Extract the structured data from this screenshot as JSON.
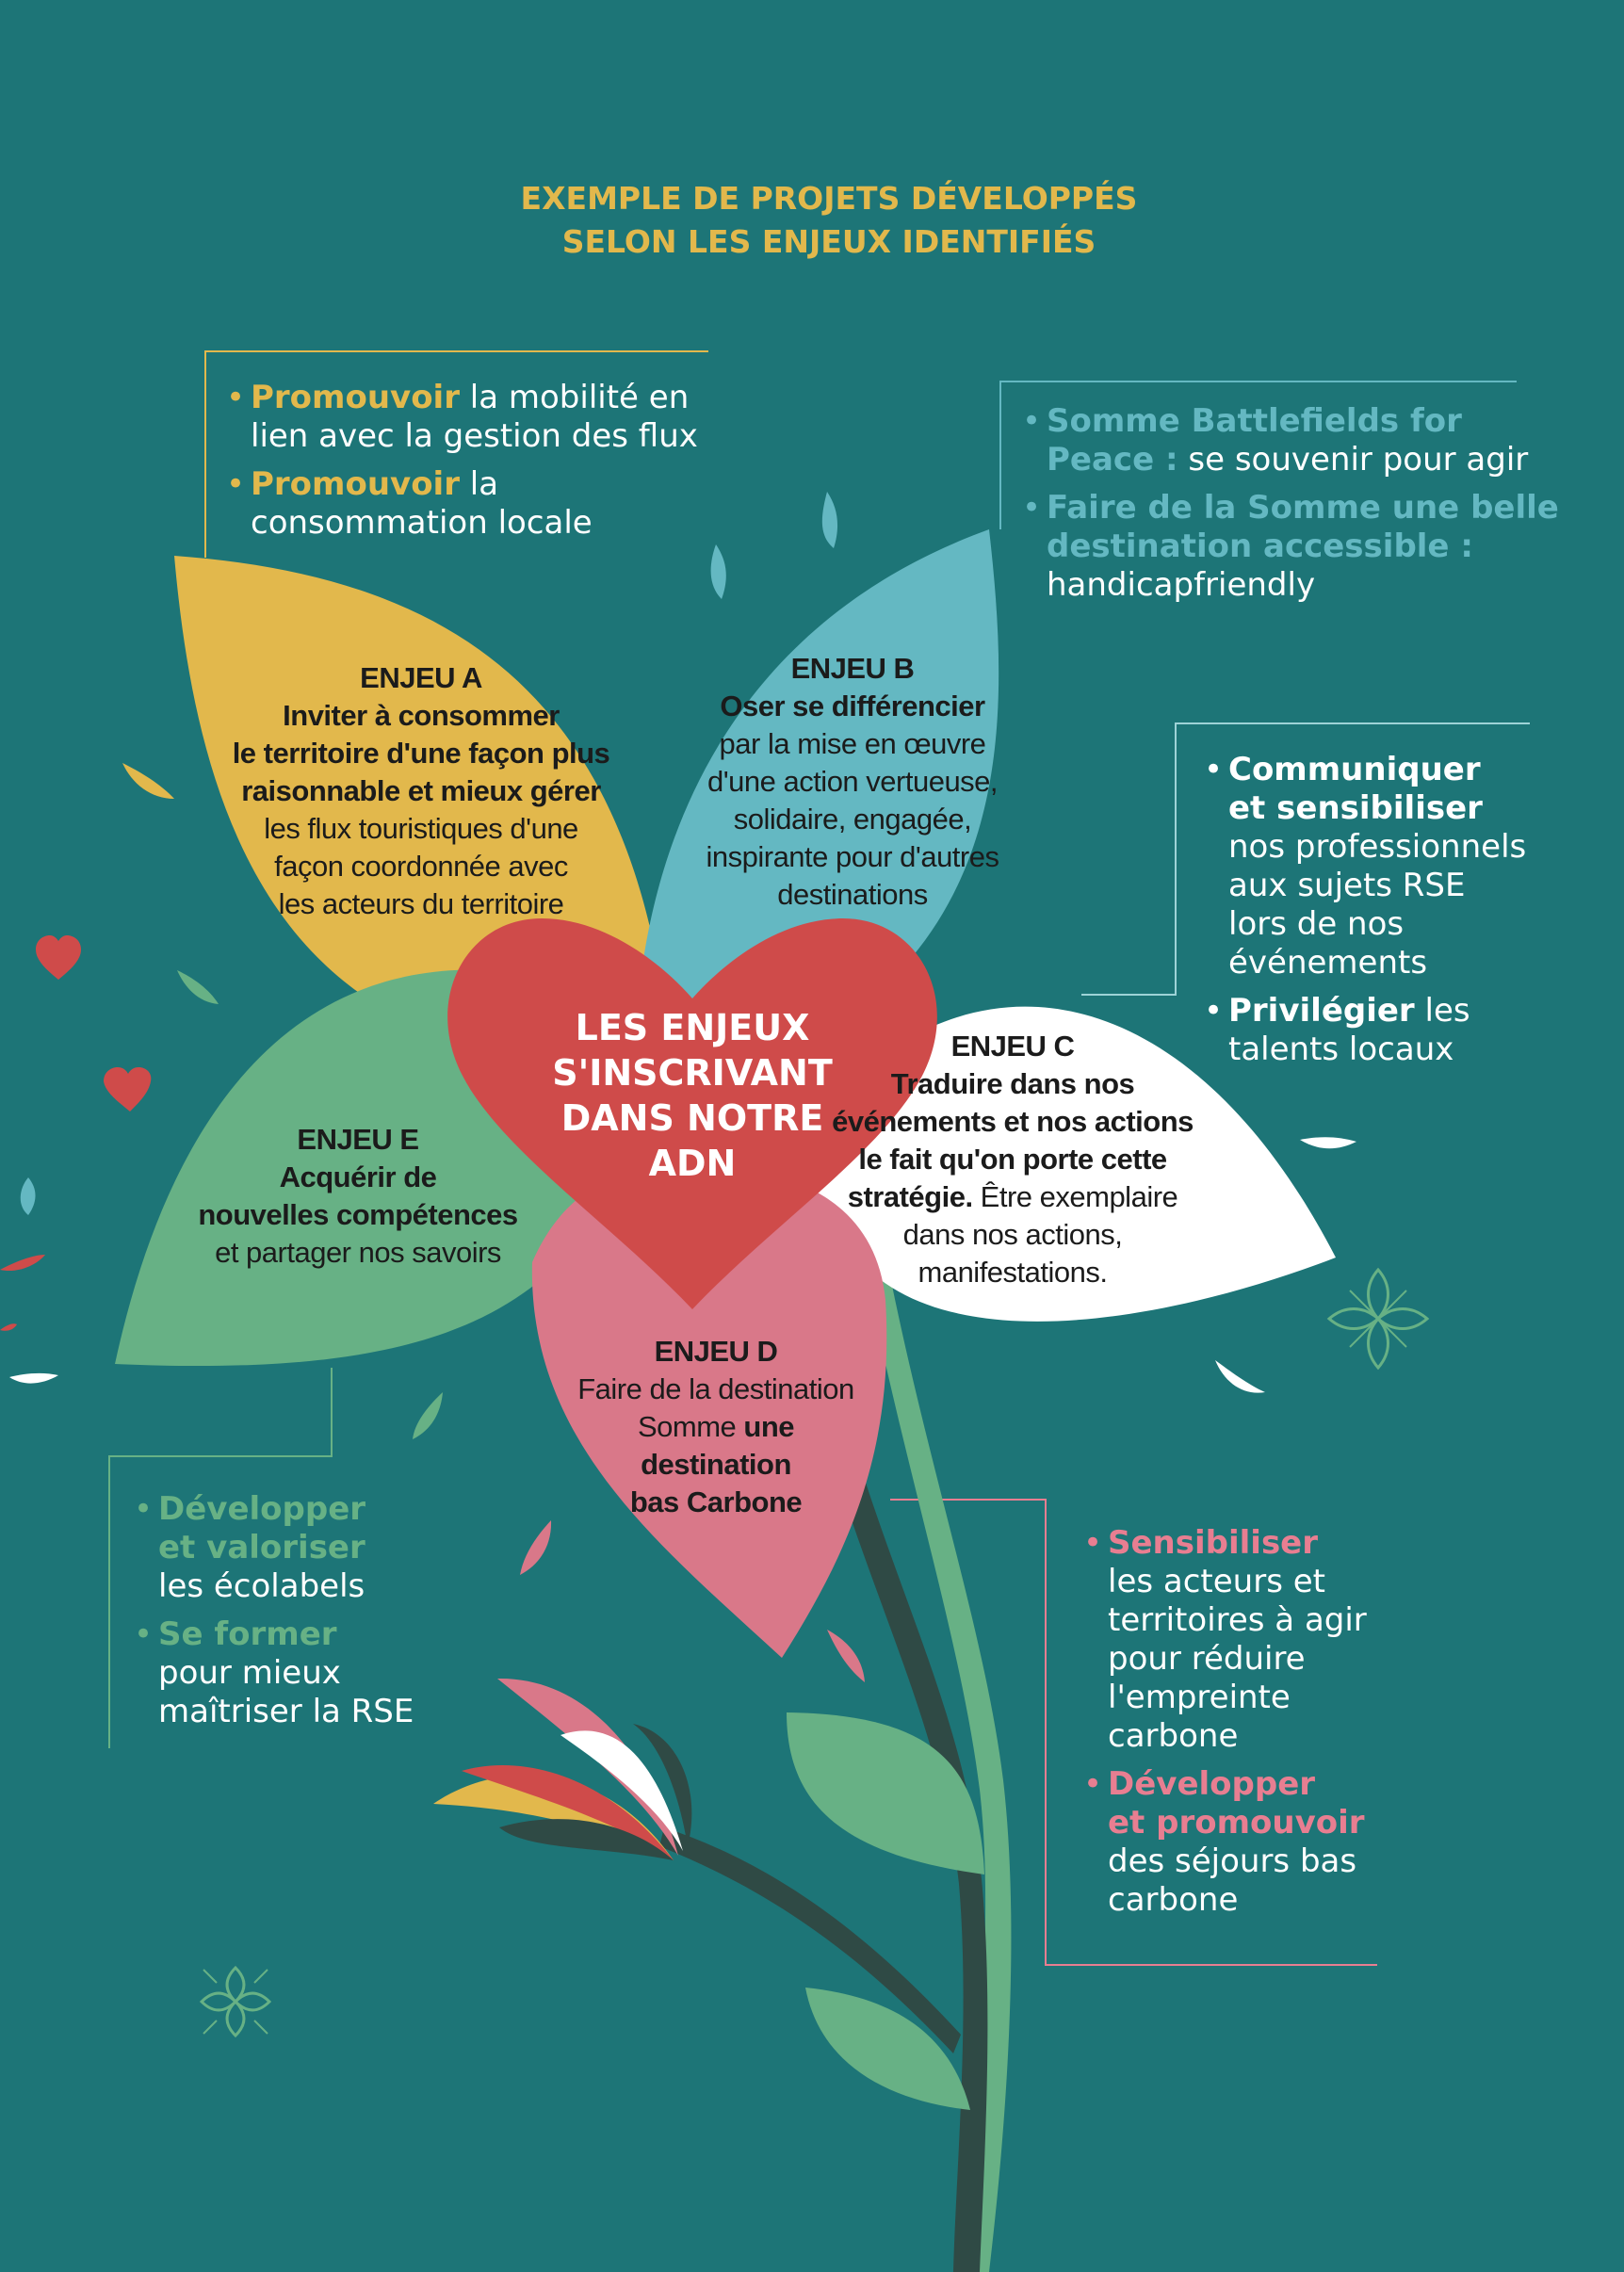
{
  "title": {
    "line1": "EXEMPLE DE PROJETS DÉVELOPPÉS",
    "line2": "SELON LES ENJEUX IDENTIFIÉS"
  },
  "heart": {
    "lines": [
      "LES ENJEUX",
      "S'INSCRIVANT",
      "DANS NOTRE",
      "ADN"
    ],
    "color": "#cf4b4a"
  },
  "enjeux": {
    "a": {
      "label": "ENJEU A",
      "bold1": "Inviter à consommer",
      "bold2": "le territoire d'une façon plus",
      "bold3": "raisonnable et mieux gérer",
      "text1": "les flux touristiques d'une",
      "text2": "façon coordonnée avec",
      "text3": "les acteurs du territoire",
      "color": "#e2b84c"
    },
    "b": {
      "label": "ENJEU B",
      "bold1": "Oser se différencier",
      "text1": "par la mise en œuvre",
      "text2": "d'une action vertueuse,",
      "text3": "solidaire, engagée,",
      "text4": "inspirante pour d'autres",
      "text5": "destinations",
      "color": "#64b8c2"
    },
    "c": {
      "label": "ENJEU C",
      "bold1": "Traduire dans nos",
      "bold2": "événements et nos actions",
      "bold3": "le fait qu'on porte cette",
      "bold4": "stratégie.",
      "text4": " Être exemplaire",
      "text5": "dans nos actions,",
      "text6": "manifestations.",
      "color": "#ffffff"
    },
    "d": {
      "label": "ENJEU D",
      "text1": "Faire de la destination",
      "text2": "Somme ",
      "bold2": "une",
      "bold3": "destination",
      "bold4": "bas Carbone",
      "color": "#d97889"
    },
    "e": {
      "label": "ENJEU E",
      "bold1": "Acquérir de",
      "bold2": "nouvelles compétences",
      "text3": "et partager nos savoirs",
      "color": "#67b185"
    }
  },
  "sides": {
    "a": {
      "color": "#e2b84c",
      "items": [
        {
          "bullet": "•",
          "hl": "Promouvoir",
          "line1": " la mobilité en",
          "line2": "lien avec la gestion des flux"
        },
        {
          "bullet": "•",
          "hl": "Promouvoir",
          "line1": " la",
          "line2": "consommation locale"
        }
      ]
    },
    "b": {
      "color": "#64b8c2",
      "items": [
        {
          "bullet": "•",
          "hl1": "Somme Battlefields for",
          "hl2": "Peace :",
          "line2": " se souvenir pour agir"
        },
        {
          "bullet": "•",
          "hl1": "Faire de la Somme une belle",
          "hl2": "destination accessible :",
          "line3": "handicapfriendly"
        }
      ]
    },
    "c": {
      "color": "#ffffff",
      "items": [
        {
          "bullet": "•",
          "hl1": "Communiquer",
          "hl2": "et sensibiliser",
          "line3": "nos professionnels",
          "line4": "aux sujets RSE",
          "line5": "lors de nos",
          "line6": "événements"
        },
        {
          "bullet": "•",
          "hl": "Privilégier",
          "line1": " les",
          "line2": "talents locaux"
        }
      ]
    },
    "d": {
      "color": "#e87e91",
      "items": [
        {
          "bullet": "•",
          "hl": "Sensibiliser",
          "line2": "les acteurs et",
          "line3": "territoires à agir",
          "line4": "pour réduire",
          "line5": "l'empreinte",
          "line6": "carbone"
        },
        {
          "bullet": "•",
          "hl1": "Développer",
          "hl2": " et promouvoir",
          "line3": "des séjours bas",
          "line4": "carbone"
        }
      ]
    },
    "e": {
      "color": "#67b185",
      "items": [
        {
          "bullet": "•",
          "hl1": "Développer",
          "hl2": "et valoriser",
          "line3": "les écolabels"
        },
        {
          "bullet": "•",
          "hl": "Se former",
          "line2": "pour mieux",
          "line3": "maîtriser la RSE"
        }
      ]
    }
  },
  "colors": {
    "background": "#1d7577",
    "stem_light": "#67b185",
    "stem_dark": "#2f4a45"
  }
}
